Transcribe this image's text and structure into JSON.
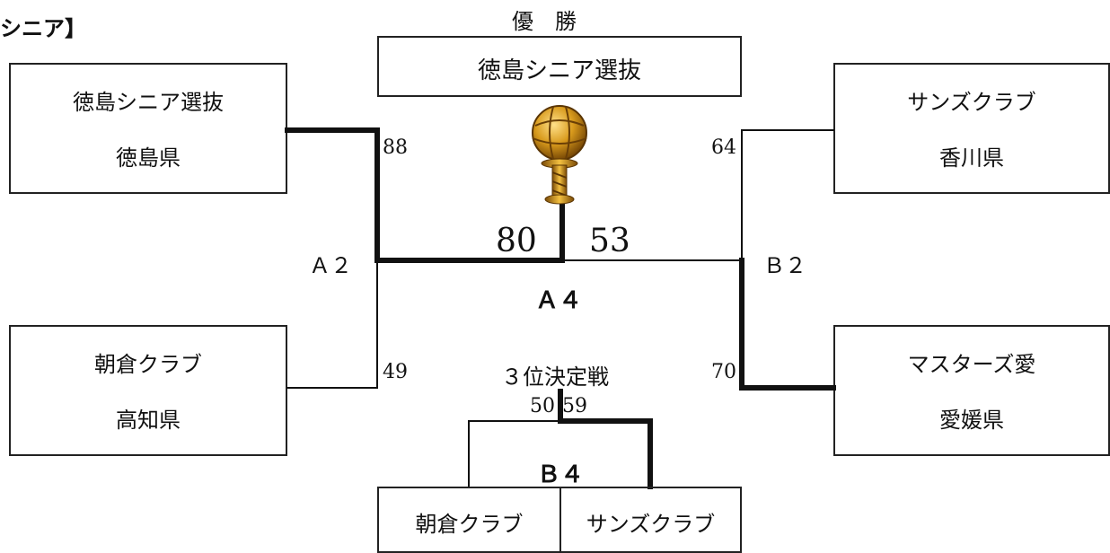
{
  "header": {
    "title": "シニア】"
  },
  "champion": {
    "label": "優　勝",
    "team": "徳島シニア選抜"
  },
  "teams": {
    "a_top": {
      "name": "徳島シニア選抜",
      "pref": "徳島県"
    },
    "a_bottom": {
      "name": "朝倉クラブ",
      "pref": "高知県"
    },
    "b_top": {
      "name": "サンズクラブ",
      "pref": "香川県"
    },
    "b_bottom": {
      "name": "マスターズ愛",
      "pref": "愛媛県"
    }
  },
  "scores": {
    "a_top": "88",
    "a_bottom": "49",
    "b_top": "64",
    "b_bottom": "70",
    "final_left": "80",
    "final_right": "53",
    "third_left": "50",
    "third_right": "59"
  },
  "labels": {
    "a2": "Ａ２",
    "b2": "Ｂ２",
    "a4": "Ａ４",
    "b4": "Ｂ４",
    "third_place": "３位決定戦"
  },
  "third_place_teams": {
    "left": "朝倉クラブ",
    "right": "サンズクラブ"
  },
  "icons": {
    "trophy": "trophy-icon"
  }
}
